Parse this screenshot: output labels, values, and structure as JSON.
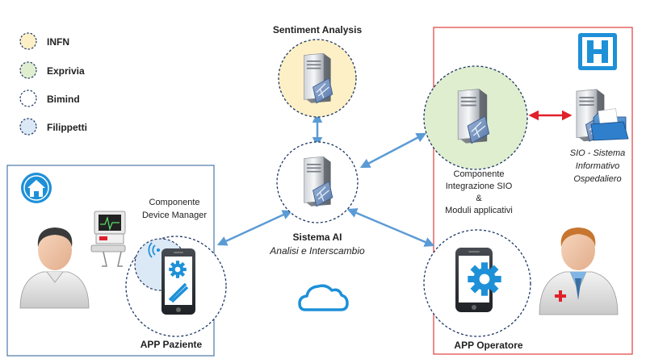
{
  "legend": [
    {
      "label": "INFN",
      "color": "#fdf0c6"
    },
    {
      "label": "Exprivia",
      "color": "#dfeecf"
    },
    {
      "label": "Bimind",
      "color": "#ffffff"
    },
    {
      "label": "Filippetti",
      "color": "#dbe8f5"
    }
  ],
  "sentiment": {
    "title": "Sentiment Analysis"
  },
  "sistema_ai": {
    "title": "Sistema AI",
    "subtitle": "Analisi e Interscambio"
  },
  "componente_sio": {
    "line1": "Componente",
    "line2": "Integrazione SIO",
    "line3": "&",
    "line4": "Moduli applicativi"
  },
  "sio": {
    "line1": "SIO - Sistema",
    "line2": "Informativo",
    "line3": "Ospedaliero"
  },
  "device_manager": {
    "line1": "Componente",
    "line2": "Device Manager"
  },
  "app_paziente": {
    "label": "APP Paziente"
  },
  "app_operatore": {
    "label": "APP Operatore"
  },
  "colors": {
    "hospital_border": "#e04040",
    "patient_border": "#4a78a8",
    "arrow": "#5b9bd5",
    "sio_arrow": "#e0202a",
    "accent_blue": "#1e90d8"
  }
}
